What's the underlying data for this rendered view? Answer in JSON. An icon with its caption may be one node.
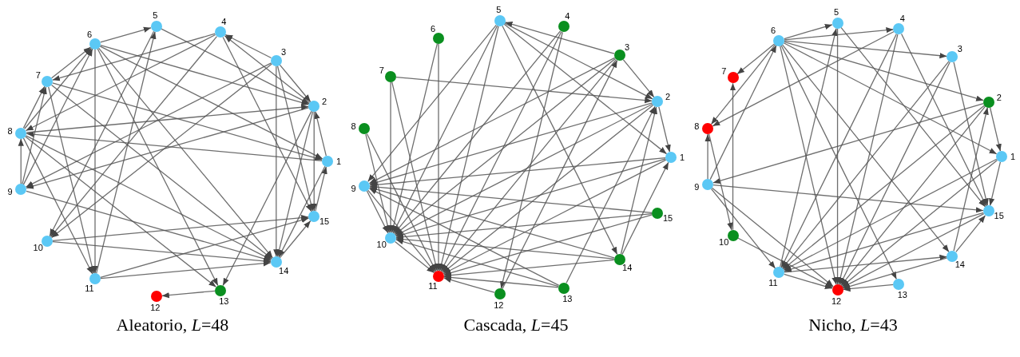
{
  "diagram": {
    "nodes": [
      {
        "text": [],
        "shape": "circle",
        "beside": [
          "1"
        ]
      },
      {
        "text": [],
        "shape": "circle",
        "beside": [
          "2"
        ]
      },
      {
        "text": [],
        "shape": "circle",
        "beside": [
          "3"
        ]
      },
      {
        "text": [],
        "shape": "circle",
        "beside": [
          "4"
        ]
      },
      {
        "text": [],
        "shape": "circle",
        "beside": [
          "5"
        ]
      },
      {
        "text": [],
        "shape": "circle",
        "beside": [
          "6"
        ]
      },
      {
        "text": [],
        "shape": "circle",
        "beside": [
          "7"
        ]
      },
      {
        "text": [],
        "shape": "circle",
        "beside": [
          "8"
        ]
      },
      {
        "text": [],
        "shape": "circle",
        "beside": [
          "9"
        ]
      },
      {
        "text": [],
        "shape": "circle",
        "beside": [
          "10"
        ]
      },
      {
        "text": [],
        "shape": "circle",
        "beside": [
          "11"
        ]
      },
      {
        "text": [],
        "shape": "circle",
        "beside": [
          "12"
        ]
      },
      {
        "text": [],
        "shape": "circle",
        "beside": [
          "13"
        ]
      },
      {
        "text": [],
        "shape": "circle",
        "beside": [
          "14"
        ]
      },
      {
        "text": [],
        "shape": "circle",
        "beside": [
          "15"
        ]
      },
      {
        "text": [],
        "shape": "circle",
        "beside": [
          "1"
        ]
      },
      {
        "text": [],
        "shape": "circle",
        "beside": [
          "2"
        ]
      },
      {
        "text": [],
        "shape": "circle",
        "beside": [
          "3"
        ]
      },
      {
        "text": [],
        "shape": "circle",
        "beside": [
          "4"
        ]
      },
      {
        "text": [],
        "shape": "circle",
        "beside": [
          "5"
        ]
      },
      {
        "text": [],
        "shape": "circle",
        "beside": [
          "6"
        ]
      },
      {
        "text": [],
        "shape": "circle",
        "beside": [
          "7"
        ]
      },
      {
        "text": [],
        "shape": "circle",
        "beside": [
          "8"
        ]
      },
      {
        "text": [],
        "shape": "circle",
        "beside": [
          "9"
        ]
      },
      {
        "text": [],
        "shape": "circle",
        "beside": [
          "10"
        ]
      },
      {
        "text": [],
        "shape": "circle",
        "beside": [
          "11"
        ]
      },
      {
        "text": [],
        "shape": "circle",
        "beside": [
          "12"
        ]
      },
      {
        "text": [],
        "shape": "circle",
        "beside": [
          "13"
        ]
      },
      {
        "text": [],
        "shape": "circle",
        "beside": [
          "14"
        ]
      },
      {
        "text": [],
        "shape": "circle",
        "beside": [
          "15"
        ]
      },
      {
        "text": [],
        "shape": "circle",
        "beside": [
          "1"
        ]
      },
      {
        "text": [],
        "shape": "circle",
        "beside": [
          "2"
        ]
      },
      {
        "text": [],
        "shape": "circle",
        "beside": [
          "3"
        ]
      },
      {
        "text": [],
        "shape": "circle",
        "beside": [
          "4"
        ]
      },
      {
        "text": [],
        "shape": "circle",
        "beside": [
          "5"
        ]
      },
      {
        "text": [],
        "shape": "circle",
        "beside": [
          "6"
        ]
      },
      {
        "text": [],
        "shape": "circle",
        "beside": [
          "7"
        ]
      },
      {
        "text": [],
        "shape": "circle",
        "beside": [
          "8"
        ]
      },
      {
        "text": [],
        "shape": "circle",
        "beside": [
          "9"
        ]
      },
      {
        "text": [],
        "shape": "circle",
        "beside": [
          "10"
        ]
      },
      {
        "text": [],
        "shape": "circle",
        "beside": [
          "11"
        ]
      },
      {
        "text": [],
        "shape": "circle",
        "beside": [
          "12"
        ]
      },
      {
        "text": [],
        "shape": "circle",
        "beside": [
          "13"
        ]
      },
      {
        "text": [],
        "shape": "circle",
        "beside": [
          "14"
        ]
      },
      {
        "text": [],
        "shape": "circle",
        "beside": [
          "15"
        ]
      }
    ],
    "edges": [
      {
        "from": 5,
        "to": 4,
        "arrow": "to"
      },
      {
        "from": 6,
        "to": 5,
        "arrow": "to"
      },
      {
        "from": 7,
        "to": 5,
        "arrow": "to"
      },
      {
        "from": 5,
        "to": 10,
        "arrow": "to"
      },
      {
        "from": 5,
        "to": 12,
        "arrow": "to"
      },
      {
        "from": 5,
        "to": 1,
        "arrow": "to"
      },
      {
        "from": 5,
        "to": 0,
        "arrow": "to"
      },
      {
        "from": 4,
        "to": 9,
        "arrow": "to"
      },
      {
        "from": 4,
        "to": 1,
        "arrow": "to"
      },
      {
        "from": 3,
        "to": 7,
        "arrow": "to"
      },
      {
        "from": 3,
        "to": 6,
        "arrow": "to"
      },
      {
        "from": 2,
        "to": 3,
        "arrow": "to"
      },
      {
        "from": 3,
        "to": 14,
        "arrow": "to"
      },
      {
        "from": 3,
        "to": 9,
        "arrow": "to"
      },
      {
        "from": 1,
        "to": 3,
        "arrow": "to"
      },
      {
        "from": 2,
        "to": 1,
        "arrow": "to"
      },
      {
        "from": 2,
        "to": 14,
        "arrow": "to"
      },
      {
        "from": 2,
        "to": 13,
        "arrow": "to"
      },
      {
        "from": 2,
        "to": 9,
        "arrow": "to"
      },
      {
        "from": 2,
        "to": 8,
        "arrow": "to"
      },
      {
        "from": 0,
        "to": 1,
        "arrow": "to"
      },
      {
        "from": 1,
        "to": 8,
        "arrow": "to"
      },
      {
        "from": 1,
        "to": 13,
        "arrow": "to"
      },
      {
        "from": 1,
        "to": 12,
        "arrow": "to"
      },
      {
        "from": 1,
        "to": 14,
        "arrow": "to"
      },
      {
        "from": 0,
        "to": 7,
        "arrow": "to"
      },
      {
        "from": 7,
        "to": 1,
        "arrow": "to"
      },
      {
        "from": 0,
        "to": 13,
        "arrow": "to"
      },
      {
        "from": 6,
        "to": 0,
        "arrow": "to"
      },
      {
        "from": 7,
        "to": 6,
        "arrow": "to"
      },
      {
        "from": 8,
        "to": 7,
        "arrow": "to"
      },
      {
        "from": 7,
        "to": 13,
        "arrow": "to"
      },
      {
        "from": 7,
        "to": 12,
        "arrow": "to"
      },
      {
        "from": 7,
        "to": 10,
        "arrow": "to"
      },
      {
        "from": 6,
        "to": 10,
        "arrow": "to"
      },
      {
        "from": 6,
        "to": 13,
        "arrow": "to"
      },
      {
        "from": 8,
        "to": 6,
        "arrow": "to"
      },
      {
        "from": 8,
        "to": 13,
        "arrow": "to"
      },
      {
        "from": 9,
        "to": 14,
        "arrow": "to"
      },
      {
        "from": 9,
        "to": 13,
        "arrow": "to"
      },
      {
        "from": 10,
        "to": 13,
        "arrow": "to"
      },
      {
        "from": 10,
        "to": 14,
        "arrow": "to"
      },
      {
        "from": 12,
        "to": 11,
        "arrow": "to"
      },
      {
        "from": 13,
        "to": 14,
        "arrow": "to"
      },
      {
        "from": 10,
        "to": 4,
        "arrow": "to"
      },
      {
        "from": 8,
        "to": 5,
        "arrow": "to"
      },
      {
        "from": 14,
        "to": 0,
        "arrow": "to"
      },
      {
        "from": 5,
        "to": 13,
        "arrow": "to"
      },
      {
        "from": 17,
        "to": 19,
        "arrow": "to"
      },
      {
        "from": 19,
        "to": 16,
        "arrow": "to"
      },
      {
        "from": 19,
        "to": 15,
        "arrow": "to"
      },
      {
        "from": 19,
        "to": 28,
        "arrow": "to"
      },
      {
        "from": 19,
        "to": 24,
        "arrow": "to"
      },
      {
        "from": 19,
        "to": 25,
        "arrow": "to"
      },
      {
        "from": 19,
        "to": 23,
        "arrow": "to"
      },
      {
        "from": 18,
        "to": 26,
        "arrow": "to"
      },
      {
        "from": 18,
        "to": 25,
        "arrow": "to"
      },
      {
        "from": 18,
        "to": 24,
        "arrow": "to"
      },
      {
        "from": 17,
        "to": 16,
        "arrow": "to"
      },
      {
        "from": 17,
        "to": 23,
        "arrow": "to"
      },
      {
        "from": 17,
        "to": 25,
        "arrow": "to"
      },
      {
        "from": 17,
        "to": 24,
        "arrow": "to"
      },
      {
        "from": 26,
        "to": 17,
        "arrow": "to"
      },
      {
        "from": 21,
        "to": 16,
        "arrow": "to"
      },
      {
        "from": 16,
        "to": 15,
        "arrow": "to"
      },
      {
        "from": 16,
        "to": 23,
        "arrow": "to"
      },
      {
        "from": 16,
        "to": 24,
        "arrow": "to"
      },
      {
        "from": 16,
        "to": 25,
        "arrow": "to"
      },
      {
        "from": 28,
        "to": 16,
        "arrow": "to"
      },
      {
        "from": 27,
        "to": 16,
        "arrow": "to"
      },
      {
        "from": 15,
        "to": 23,
        "arrow": "to"
      },
      {
        "from": 15,
        "to": 25,
        "arrow": "to"
      },
      {
        "from": 15,
        "to": 24,
        "arrow": "to"
      },
      {
        "from": 28,
        "to": 15,
        "arrow": "to"
      },
      {
        "from": 20,
        "to": 24,
        "arrow": "to"
      },
      {
        "from": 20,
        "to": 25,
        "arrow": "to"
      },
      {
        "from": 21,
        "to": 24,
        "arrow": "to"
      },
      {
        "from": 21,
        "to": 25,
        "arrow": "to"
      },
      {
        "from": 22,
        "to": 25,
        "arrow": "to"
      },
      {
        "from": 22,
        "to": 24,
        "arrow": "to"
      },
      {
        "from": 23,
        "to": 24,
        "arrow": "to"
      },
      {
        "from": 23,
        "to": 25,
        "arrow": "to"
      },
      {
        "from": 28,
        "to": 23,
        "arrow": "to"
      },
      {
        "from": 27,
        "to": 23,
        "arrow": "to"
      },
      {
        "from": 24,
        "to": 25,
        "arrow": "to"
      },
      {
        "from": 29,
        "to": 24,
        "arrow": "to"
      },
      {
        "from": 28,
        "to": 24,
        "arrow": "to"
      },
      {
        "from": 27,
        "to": 24,
        "arrow": "to"
      },
      {
        "from": 29,
        "to": 25,
        "arrow": "to"
      },
      {
        "from": 28,
        "to": 25,
        "arrow": "to"
      },
      {
        "from": 27,
        "to": 25,
        "arrow": "to"
      },
      {
        "from": 26,
        "to": 25,
        "arrow": "to"
      },
      {
        "from": 29,
        "to": 23,
        "arrow": "to"
      },
      {
        "from": 35,
        "to": 34,
        "arrow": "to"
      },
      {
        "from": 35,
        "to": 33,
        "arrow": "to"
      },
      {
        "from": 35,
        "to": 32,
        "arrow": "to"
      },
      {
        "from": 35,
        "to": 31,
        "arrow": "to"
      },
      {
        "from": 35,
        "to": 36,
        "arrow": "to"
      },
      {
        "from": 35,
        "to": 37,
        "arrow": "to"
      },
      {
        "from": 38,
        "to": 35,
        "arrow": "to"
      },
      {
        "from": 35,
        "to": 41,
        "arrow": "to"
      },
      {
        "from": 35,
        "to": 42,
        "arrow": "to"
      },
      {
        "from": 35,
        "to": 43,
        "arrow": "to"
      },
      {
        "from": 34,
        "to": 41,
        "arrow": "to"
      },
      {
        "from": 40,
        "to": 34,
        "arrow": "to"
      },
      {
        "from": 34,
        "to": 44,
        "arrow": "to"
      },
      {
        "from": 33,
        "to": 37,
        "arrow": "to"
      },
      {
        "from": 33,
        "to": 40,
        "arrow": "to"
      },
      {
        "from": 33,
        "to": 41,
        "arrow": "to"
      },
      {
        "from": 33,
        "to": 44,
        "arrow": "to"
      },
      {
        "from": 32,
        "to": 40,
        "arrow": "to"
      },
      {
        "from": 32,
        "to": 41,
        "arrow": "to"
      },
      {
        "from": 32,
        "to": 44,
        "arrow": "to"
      },
      {
        "from": 31,
        "to": 30,
        "arrow": "to"
      },
      {
        "from": 31,
        "to": 38,
        "arrow": "to"
      },
      {
        "from": 31,
        "to": 40,
        "arrow": "to"
      },
      {
        "from": 31,
        "to": 41,
        "arrow": "to"
      },
      {
        "from": 43,
        "to": 31,
        "arrow": "to"
      },
      {
        "from": 30,
        "to": 44,
        "arrow": "to"
      },
      {
        "from": 30,
        "to": 40,
        "arrow": "to"
      },
      {
        "from": 30,
        "to": 41,
        "arrow": "to"
      },
      {
        "from": 38,
        "to": 37,
        "arrow": "to"
      },
      {
        "from": 39,
        "to": 36,
        "arrow": "to"
      },
      {
        "from": 37,
        "to": 39,
        "arrow": "to"
      },
      {
        "from": 38,
        "to": 40,
        "arrow": "to"
      },
      {
        "from": 38,
        "to": 41,
        "arrow": "to"
      },
      {
        "from": 38,
        "to": 44,
        "arrow": "to"
      },
      {
        "from": 39,
        "to": 41,
        "arrow": "to"
      },
      {
        "from": 40,
        "to": 43,
        "arrow": "to"
      },
      {
        "from": 40,
        "to": 41,
        "arrow": "to"
      },
      {
        "from": 42,
        "to": 41,
        "arrow": "to"
      },
      {
        "from": 43,
        "to": 41,
        "arrow": "to"
      },
      {
        "from": 44,
        "to": 41,
        "arrow": "to"
      },
      {
        "from": 43,
        "to": 44,
        "arrow": "to"
      },
      {
        "from": 44,
        "to": 40,
        "arrow": "to"
      },
      {
        "from": 35,
        "to": 30,
        "arrow": "to"
      }
    ],
    "labels": [
      "Aleatorio, *L*=48",
      "Cascada, *L*=45",
      "Nicho, *L*=43"
    ]
  }
}
